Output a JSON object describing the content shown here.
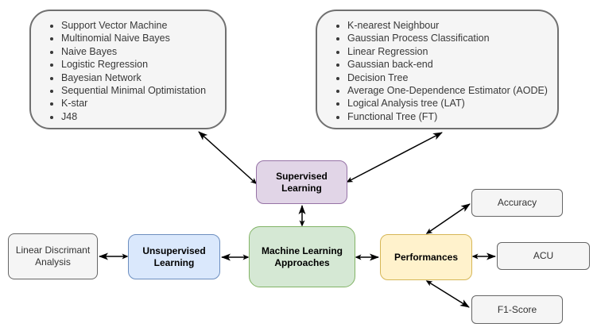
{
  "diagram": {
    "lists": {
      "left": {
        "items": [
          "Support Vector Machine",
          "Multinomial Naive Bayes",
          "Naive Bayes",
          "Logistic Regression",
          "Bayesian Network",
          "Sequential Minimal Optimistation",
          "K-star",
          "J48"
        ]
      },
      "right": {
        "items": [
          "K-nearest Neighbour",
          "Gaussian Process Classification",
          "Linear Regression",
          "Gaussian back-end",
          "Decision Tree",
          "Average One-Dependence Estimator (AODE)",
          "Logical Analysis tree (LAT)",
          "Functional Tree (FT)"
        ]
      }
    },
    "nodes": {
      "machine_learning_approaches": {
        "label": "Machine Learning Approaches",
        "fill": "#d5e8d4",
        "border": "#82b366"
      },
      "supervised_learning": {
        "label": "Supervised Learning",
        "fill": "#e1d5e7",
        "border": "#9673a6"
      },
      "unsupervised_learning": {
        "label": "Unsupervised Learning",
        "fill": "#dae8fc",
        "border": "#6c8ebf"
      },
      "performances": {
        "label": "Performances",
        "fill": "#fff2cc",
        "border": "#d6b656"
      },
      "linear_discrimant_analysis": {
        "label": "Linear Discrimant Analysis",
        "fill": "#f5f5f5",
        "border": "#666666"
      },
      "accuracy": {
        "label": "Accuracy",
        "fill": "#f5f5f5",
        "border": "#666666"
      },
      "acu": {
        "label": "ACU",
        "fill": "#f5f5f5",
        "border": "#666666"
      },
      "f1_score": {
        "label": "F1-Score",
        "fill": "#f5f5f5",
        "border": "#666666"
      }
    },
    "connector_color": "#000000"
  }
}
